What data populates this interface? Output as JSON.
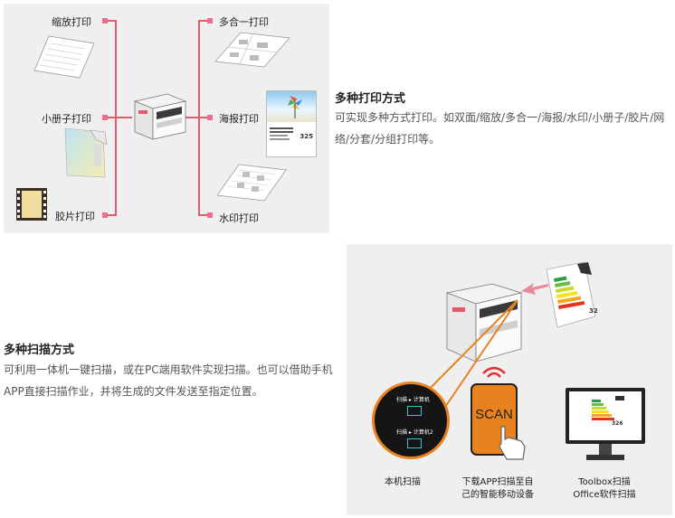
{
  "print_section": {
    "title": "多种打印方式",
    "body": "可实现多种方式打印。如双面/缩放/多合一/海报/水印/小册子/胶片/网络/分套/分组打印等。",
    "left_labels": [
      "缩放打印",
      "小册子打印",
      "胶片打印"
    ],
    "right_labels": [
      "多合一打印",
      "海报打印",
      "水印打印"
    ],
    "poster_number": "325"
  },
  "scan_section": {
    "title": "多种扫描方式",
    "body": "可利用一体机一键扫描，或在PC端用软件实现扫描。也可以借助手机APP直接扫描作业，并将生成的文件发送至指定位置。",
    "panel_row1": "扫描 ▸ 计算机",
    "panel_row2": "扫描 ▸ 计算机2",
    "phone_text": "SCAN",
    "captions": {
      "device": "本机扫描",
      "app_line1": "下载APP扫描至自",
      "app_line2": "己的智能移动设备",
      "pc_line1": "Toolbox扫描",
      "pc_line2": "Office软件扫描"
    },
    "energy_doc_number": "32",
    "monitor_doc_number": "326"
  },
  "colors": {
    "accent_line": "#e35a6a",
    "dot": "#ef6c8c",
    "orange": "#e8821e",
    "panel": "#efefef"
  }
}
